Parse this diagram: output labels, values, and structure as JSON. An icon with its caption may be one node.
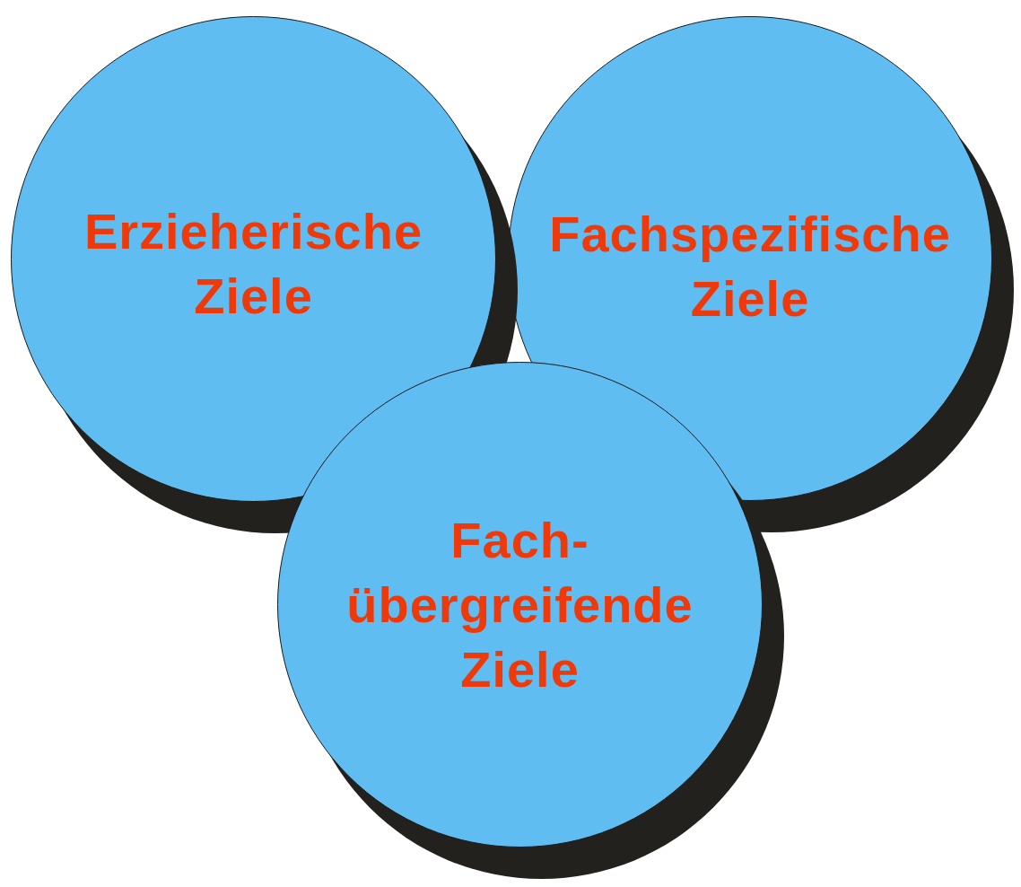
{
  "diagram": {
    "nodes": [
      {
        "text": [
          "Erzieherische Ziele"
        ]
      },
      {
        "text": [
          "Fachspezifische Ziele"
        ]
      },
      {
        "text": [
          "Fach- übergreifende Ziele"
        ]
      }
    ]
  }
}
